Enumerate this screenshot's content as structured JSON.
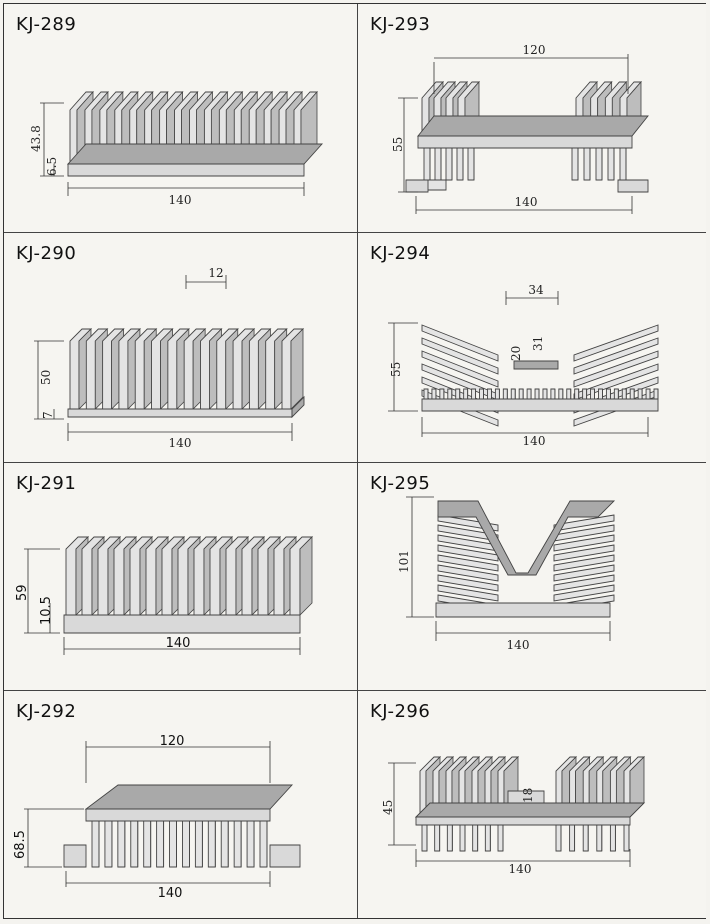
{
  "profiles": [
    {
      "code": "KJ-289",
      "width": "140",
      "height": "43.8",
      "sub": "6.5"
    },
    {
      "code": "KJ-293",
      "width": "140",
      "height": "55",
      "top": "120"
    },
    {
      "code": "KJ-290",
      "width": "140",
      "height": "50",
      "sub": "7",
      "top": "12"
    },
    {
      "code": "KJ-294",
      "width": "140",
      "height": "55",
      "top": "34",
      "inner1": "20",
      "inner2": "31"
    },
    {
      "code": "KJ-291",
      "width": "140",
      "height": "59",
      "sub": "10.5"
    },
    {
      "code": "KJ-295",
      "width": "140",
      "height": "101"
    },
    {
      "code": "KJ-292",
      "width": "140",
      "height": "68.5",
      "top": "120"
    },
    {
      "code": "KJ-296",
      "width": "140",
      "height": "45",
      "inner1": "18"
    }
  ]
}
